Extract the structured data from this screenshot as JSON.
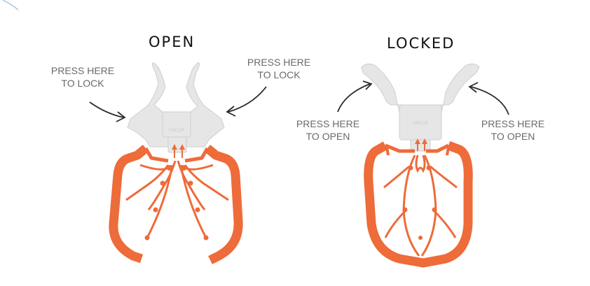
{
  "diagram": {
    "open": {
      "title": "OPEN",
      "left_note": [
        "PRESS HERE",
        "TO LOCK"
      ],
      "right_note": [
        "PRESS HERE",
        "TO LOCK"
      ],
      "logo_text": "FIXCLIP"
    },
    "locked": {
      "title": "LOCKED",
      "left_note": [
        "PRESS HERE",
        "TO OPEN"
      ],
      "right_note": [
        "PRESS HERE",
        "TO OPEN"
      ],
      "logo_text": "FIXCLIP"
    }
  },
  "colors": {
    "orange": "#ee6b3a",
    "orange_dark": "#d65526",
    "grey_body": "#e6e6e6",
    "grey_edge": "#cfcfcf",
    "arrow": "#2a2a2a",
    "note_text": "#6a6a6a"
  }
}
